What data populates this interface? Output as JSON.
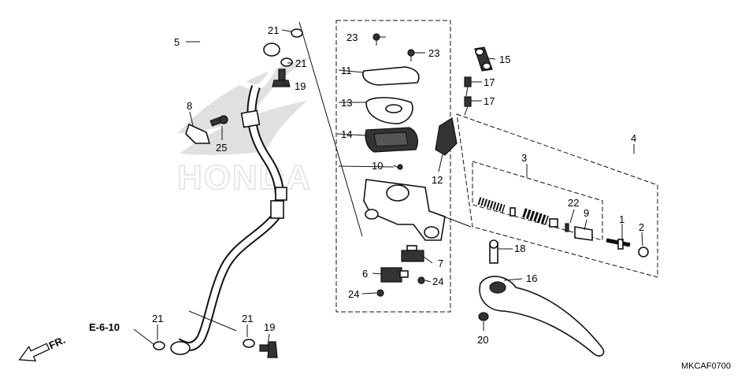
{
  "watermark": "HONDA",
  "diagram_code": "MKCAF0700",
  "reference": {
    "label": "E-6-10",
    "front_label": "FR."
  },
  "callouts": {
    "c1": "1",
    "c2": "2",
    "c3": "3",
    "c4": "4",
    "c5": "5",
    "c6": "6",
    "c7": "7",
    "c8": "8",
    "c9": "9",
    "c10": "10",
    "c11": "11",
    "c12": "12",
    "c13": "13",
    "c14": "14",
    "c15": "15",
    "c16": "16",
    "c17a": "17",
    "c17b": "17",
    "c18": "18",
    "c19a": "19",
    "c19b": "19",
    "c20": "20",
    "c21a": "21",
    "c21b": "21",
    "c21c": "21",
    "c21d": "21",
    "c22": "22",
    "c23a": "23",
    "c23b": "23",
    "c24a": "24",
    "c24b": "24",
    "c25": "25"
  }
}
